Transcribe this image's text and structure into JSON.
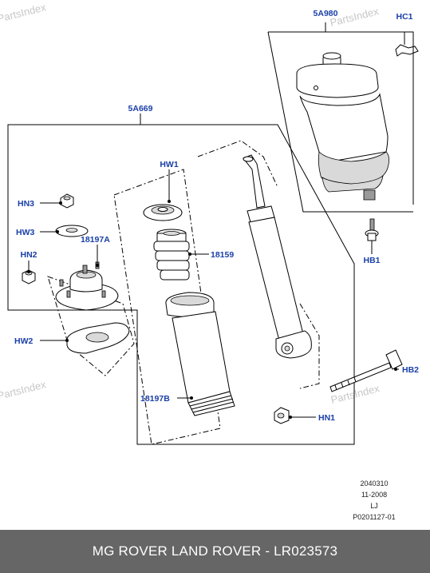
{
  "watermark": "PartsIndex",
  "callouts": {
    "c5a980": "5A980",
    "hc1": "HC1",
    "c5a669": "5A669",
    "hw1": "HW1",
    "hn3": "HN3",
    "hw3": "HW3",
    "c18197a": "18197A",
    "hn2": "HN2",
    "c18159": "18159",
    "hb1": "HB1",
    "hw2": "HW2",
    "hb2": "HB2",
    "c18197b": "18197B",
    "hn1": "HN1"
  },
  "meta": {
    "code": "2040310",
    "date": "11-2008",
    "initials": "LJ",
    "ref": "P0201127-01"
  },
  "footer": {
    "title": "MG ROVER LAND ROVER - LR023573"
  },
  "colors": {
    "label": "#1a3fa8",
    "footer_bg": "#666666",
    "watermark": "#c7c7c7"
  }
}
